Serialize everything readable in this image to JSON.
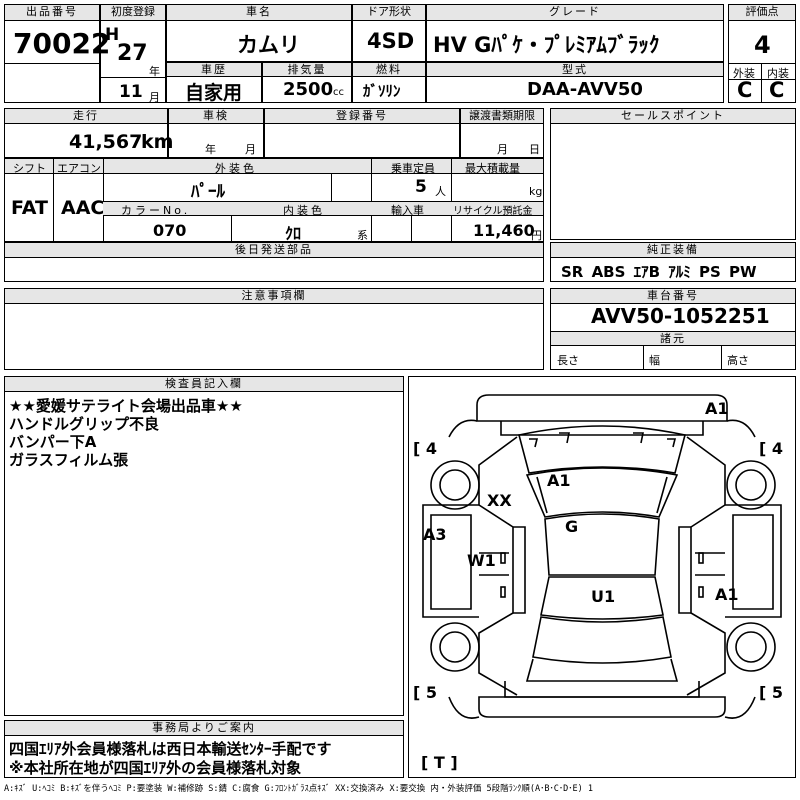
{
  "lot": {
    "label": "出品番号",
    "value": "70022"
  },
  "registration": {
    "label": "初度登録",
    "era": "H",
    "year": "27",
    "year_unit": "年",
    "month": "11",
    "month_unit": "月"
  },
  "car_name": {
    "label": "車名",
    "value": "カムリ"
  },
  "door": {
    "label": "ドア形状",
    "value": "4SD"
  },
  "grade": {
    "label": "グレード",
    "value": "HV Gﾊﾟｹ・ﾌﾟﾚﾐｱﾑﾌﾞﾗｯｸ"
  },
  "score": {
    "label": "評価点",
    "value": "4"
  },
  "exterior": {
    "label": "外装",
    "value": "C"
  },
  "interior": {
    "label": "内装",
    "value": "C"
  },
  "history": {
    "label": "車歴",
    "value": "自家用"
  },
  "displacement": {
    "label": "排気量",
    "value": "2500",
    "unit": "cc"
  },
  "fuel": {
    "label": "燃料",
    "value": "ｶﾞｿﾘﾝ"
  },
  "model": {
    "label": "型式",
    "value": "DAA-AVV50"
  },
  "mileage": {
    "label": "走行",
    "value": "41,567",
    "unit": "km"
  },
  "inspection": {
    "label": "車検",
    "year_unit": "年",
    "month_unit": "月"
  },
  "reg_number": {
    "label": "登録番号"
  },
  "transfer": {
    "label": "譲渡書類期限",
    "day_unit": "日"
  },
  "sales_points": {
    "label": "セールスポイント"
  },
  "shift": {
    "label": "シフト",
    "value": "FAT"
  },
  "aircon": {
    "label": "エアコン",
    "value": "AAC"
  },
  "ext_color": {
    "label": "外装色",
    "value": "ﾊﾟｰﾙ"
  },
  "capacity": {
    "label": "乗車定員",
    "value": "5",
    "unit": "人"
  },
  "max_load": {
    "label": "最大積載量",
    "unit": "kg"
  },
  "color_no": {
    "label": "カラーNo.",
    "value": "070"
  },
  "int_color": {
    "label": "内装色",
    "value": "ｸﾛ",
    "unit": "系"
  },
  "import": {
    "label": "輸入車"
  },
  "recycle": {
    "label": "リサイクル預託金",
    "value": "11,460",
    "unit": "円"
  },
  "later_parts": {
    "label": "後日発送部品"
  },
  "equipment": {
    "label": "純正装備",
    "value": "SR ABS ｴｱB ｱﾙﾐ PS PW"
  },
  "notes": {
    "label": "注意事項欄"
  },
  "chassis": {
    "label": "車台番号",
    "value": "AVV50-1052251"
  },
  "dims": {
    "label": "諸元",
    "length": "長さ",
    "width": "幅",
    "height": "高さ"
  },
  "inspector": {
    "label": "検査員記入欄",
    "lines": [
      "★★愛媛サテライト会場出品車★★",
      "ハンドルグリップ不良",
      "バンパー下A",
      "ガラスフィルム張"
    ]
  },
  "office": {
    "label": "事務局よりご案内",
    "lines": [
      "四国ｴﾘｱ外会員様落札は西日本輸送ｾﾝﾀｰ手配です",
      "※本社所在地が四国ｴﾘｱ外の会員様落札対象"
    ]
  },
  "diagram": {
    "marks": [
      "A1",
      "A1",
      "XX",
      "G",
      "A3",
      "W1",
      "U1",
      "A1"
    ],
    "tires": [
      "[ 4",
      "[ 4",
      "[ 5",
      "[ 5",
      "[ T ]"
    ]
  },
  "legend": "A:ｷｽﾞ U:ﾍｺﾐ B:ｷｽﾞを伴うﾍｺﾐ P:要塗装 W:補修跡 S:錆 C:腐食 G:ﾌﾛﾝﾄｶﾞﾗｽ点ｷｽﾞ XX:交換済み X:要交換 内・外装評価 5段階ﾗﾝｸ順(A･B･C･D･E) 1"
}
